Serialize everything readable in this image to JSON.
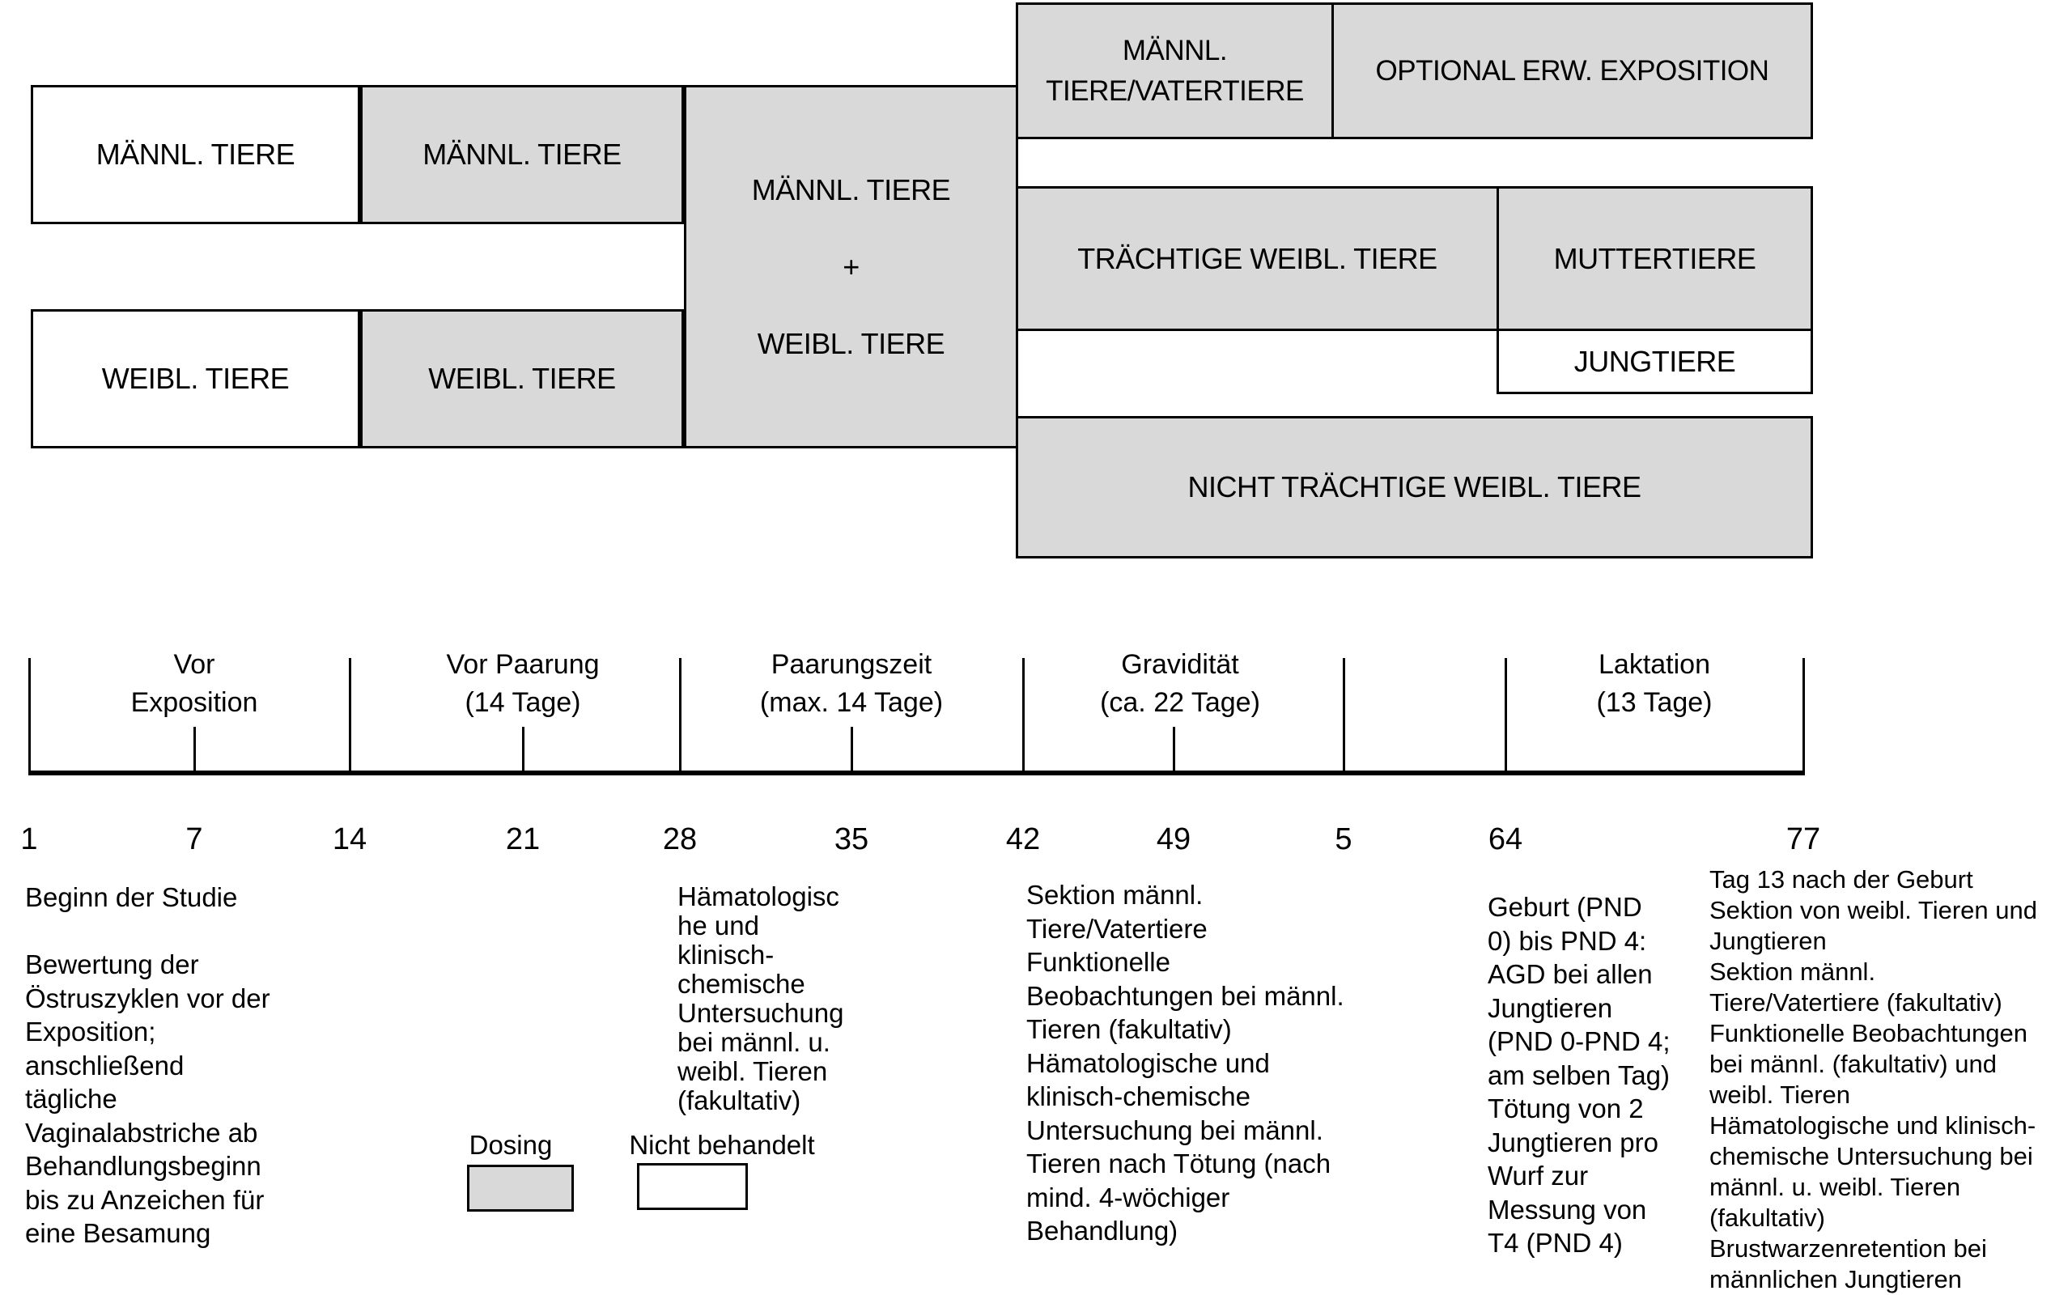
{
  "colors": {
    "fill_gray": "#d9d9d9",
    "border": "#000000",
    "bg": "#ffffff",
    "ink": "#000000"
  },
  "boxes": {
    "males_pre": {
      "label": "MÄNNL. TIERE",
      "fill": "white"
    },
    "males_treated": {
      "label": "MÄNNL. TIERE",
      "fill": "gray"
    },
    "pairing": {
      "lines": [
        "MÄNNL. TIERE",
        "+",
        "WEIBL. TIERE"
      ],
      "fill": "gray"
    },
    "females_pre": {
      "label": "WEIBL. TIERE",
      "fill": "white"
    },
    "females_treated": {
      "label": "WEIBL. TIERE",
      "fill": "gray"
    },
    "sires": {
      "lines": [
        "MÄNNL.",
        "TIERE/VATERTIERE"
      ],
      "fill": "gray"
    },
    "optional_exposure": {
      "label": "OPTIONAL ERW. EXPOSITION",
      "fill": "gray"
    },
    "pregnant_females": {
      "label": "TRÄCHTIGE WEIBL. TIERE",
      "fill": "gray"
    },
    "dams": {
      "label": "MUTTERTIERE",
      "fill": "gray"
    },
    "pups": {
      "label": "JUNGTIERE",
      "fill": "white"
    },
    "nonpregnant_females": {
      "label": "NICHT TRÄCHTIGE WEIBL. TIERE",
      "fill": "gray"
    }
  },
  "timeline": {
    "phases": [
      {
        "lines": [
          "Vor",
          "Exposition"
        ]
      },
      {
        "lines": [
          "Vor Paarung",
          "(14 Tage)"
        ]
      },
      {
        "lines": [
          "Paarungszeit",
          "(max. 14 Tage)"
        ]
      },
      {
        "lines": [
          "Gravidität",
          "(ca. 22 Tage)"
        ]
      },
      {
        "lines": [
          "Laktation",
          "(13 Tage)"
        ]
      }
    ],
    "day_labels": [
      "1",
      "7",
      "14",
      "21",
      "28",
      "35",
      "42",
      "49",
      "5",
      "64",
      "77"
    ]
  },
  "notes": [
    {
      "lines": [
        "Beginn der Studie",
        "",
        "Bewertung der",
        "Östruszyklen vor der",
        "Exposition;",
        "anschließend",
        "tägliche",
        "Vaginalabstriche ab",
        "Behandlungsbeginn",
        "bis zu Anzeichen für",
        "eine Besamung"
      ]
    },
    {
      "lines": [
        "Hämatologisc",
        "he und",
        "klinisch-",
        "chemische",
        "Untersuchung",
        "bei männl. u.",
        "weibl. Tieren",
        "(fakultativ)"
      ]
    },
    {
      "lines": [
        "Sektion männl.",
        "Tiere/Vatertiere",
        "Funktionelle",
        "Beobachtungen bei männl.",
        "Tieren (fakultativ)",
        "Hämatologische und",
        "klinisch-chemische",
        "Untersuchung bei männl.",
        "Tieren nach Tötung (nach",
        "mind. 4-wöchiger",
        "Behandlung)"
      ]
    },
    {
      "lines": [
        "Geburt (PND",
        "0) bis PND 4:",
        "AGD bei allen",
        "Jungtieren",
        "(PND 0-PND 4;",
        "am selben Tag)",
        "Tötung von 2",
        "Jungtieren pro",
        "Wurf zur",
        "Messung von",
        "T4 (PND 4)"
      ]
    },
    {
      "lines": [
        "Tag 13 nach der Geburt",
        "Sektion von weibl. Tieren und",
        "Jungtieren",
        "Sektion männl.",
        "Tiere/Vatertiere (fakultativ)",
        "Funktionelle Beobachtungen",
        "bei männl. (fakultativ) und",
        "weibl. Tieren",
        "Hämatologische und klinisch-",
        "chemische Untersuchung bei",
        "männl. u. weibl. Tieren",
        "(fakultativ)",
        "Brustwarzenretention bei",
        "männlichen Jungtieren"
      ]
    }
  ],
  "legend": {
    "dosing": {
      "label": "Dosing",
      "fill": "#d9d9d9"
    },
    "untreated": {
      "label": "Nicht behandelt",
      "fill": "#ffffff"
    }
  }
}
